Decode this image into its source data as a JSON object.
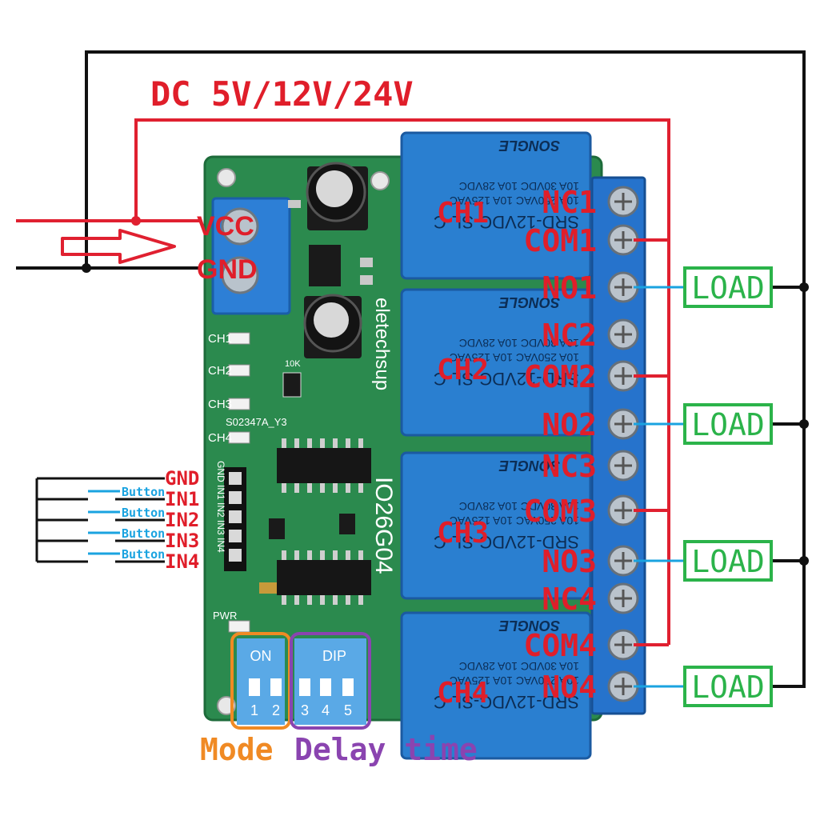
{
  "supply_label": "DC 5V/12V/24V",
  "power_inputs": {
    "vcc": "VCC",
    "gnd": "GND"
  },
  "board": {
    "brand": "eletechsup",
    "model": "IO26G04",
    "led_labels": [
      "CH1",
      "CH2",
      "CH3",
      "CH4"
    ],
    "silk_part": "S02347A_Y3",
    "silk_resistor": "10K",
    "silk_pins": "GND IN1 IN2 IN3 IN4",
    "silk_pwr": "PWR",
    "dip_switches": {
      "mode": {
        "title": "ON",
        "numbers": [
          "1",
          "2"
        ]
      },
      "delay": {
        "title": "DIP",
        "numbers": [
          "3",
          "4",
          "5"
        ]
      }
    }
  },
  "relay_print": {
    "model": "SRD-12VDC-SL-C",
    "rating_lines": [
      "10A 250VAC  10A 125VAC",
      "10A 30VDC  10A 28VDC"
    ],
    "brand": "SONGLE"
  },
  "channels": [
    {
      "name": "CH1",
      "nc": "NC1",
      "com": "COM1",
      "no": "NO1",
      "load": "LOAD"
    },
    {
      "name": "CH2",
      "nc": "NC2",
      "com": "COM2",
      "no": "NO2",
      "load": "LOAD"
    },
    {
      "name": "CH3",
      "nc": "NC3",
      "com": "COM3",
      "no": "NO3",
      "load": "LOAD"
    },
    {
      "name": "CH4",
      "nc": "NC4",
      "com": "COM4",
      "no": "NO4",
      "load": "LOAD"
    }
  ],
  "inputs": [
    {
      "pin": "GND",
      "button": ""
    },
    {
      "pin": "IN1",
      "button": "Button"
    },
    {
      "pin": "IN2",
      "button": "Button"
    },
    {
      "pin": "IN3",
      "button": "Button"
    },
    {
      "pin": "IN4",
      "button": "Button"
    }
  ],
  "bottom_labels": {
    "mode": "Mode",
    "delay": "Delay time"
  },
  "colors": {
    "wire_black": "#111111",
    "wire_red": "#e02030",
    "label_red": "#e01e2a",
    "label_blue": "#1aa3e0",
    "load_green": "#2bb34a",
    "mode_orange": "#f08a24",
    "delay_purple": "#8a44b0",
    "pcb": "#2b8a4e",
    "relay": "#2a7fd0",
    "terminal": "#2673cc"
  }
}
